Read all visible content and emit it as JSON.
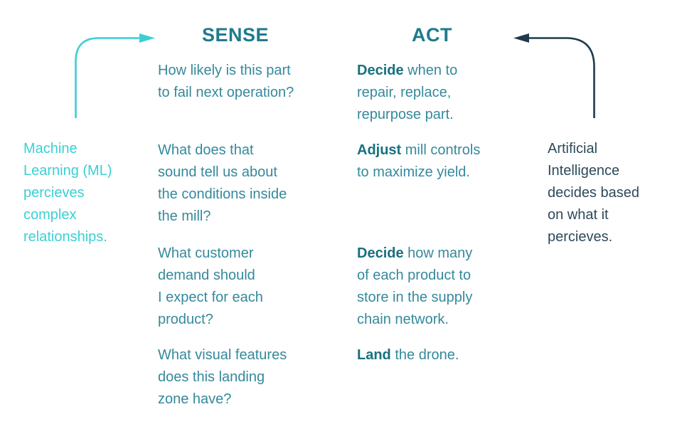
{
  "headers": {
    "sense": "SENSE",
    "act": "ACT"
  },
  "left_note": {
    "lines": [
      "Machine",
      "Learning (ML)",
      "percieves",
      "complex",
      "relationships."
    ]
  },
  "right_note": {
    "lines": [
      "Artificial",
      "Intelligence",
      "decides based",
      "on what it",
      "percieves."
    ]
  },
  "sense": {
    "rows": [
      {
        "lines": [
          "How likely is this part",
          "to fail next operation?"
        ]
      },
      {
        "lines": [
          "What does that",
          "sound tell us about",
          "the conditions inside",
          "the mill?"
        ]
      },
      {
        "lines": [
          "What customer",
          "demand should",
          "I expect for each",
          "product?"
        ]
      },
      {
        "lines": [
          "What visual features",
          "does this landing",
          "zone have?"
        ]
      }
    ]
  },
  "act": {
    "rows": [
      {
        "bold": "Decide",
        "after_bold": " when to",
        "lines": [
          "repair, replace,",
          "repurpose part."
        ]
      },
      {
        "bold": "Adjust",
        "after_bold": " mill controls",
        "lines": [
          "to maximize yield."
        ]
      },
      {
        "bold": "Decide",
        "after_bold": " how many",
        "lines": [
          "of each product to",
          "store in the supply",
          "chain network."
        ]
      },
      {
        "bold": "Land",
        "after_bold": " the drone.",
        "lines": []
      }
    ]
  },
  "icons": {
    "left_arrow": "curved-arrow-right-icon",
    "right_arrow": "curved-arrow-left-icon"
  },
  "colors": {
    "cyan": "#3BCFD4",
    "teal_body": "#35899C",
    "teal_bold": "#17707F",
    "header_teal": "#1F7A8B",
    "navy_arrow": "#1F3A4D",
    "slate_text": "#2C4A5A"
  }
}
